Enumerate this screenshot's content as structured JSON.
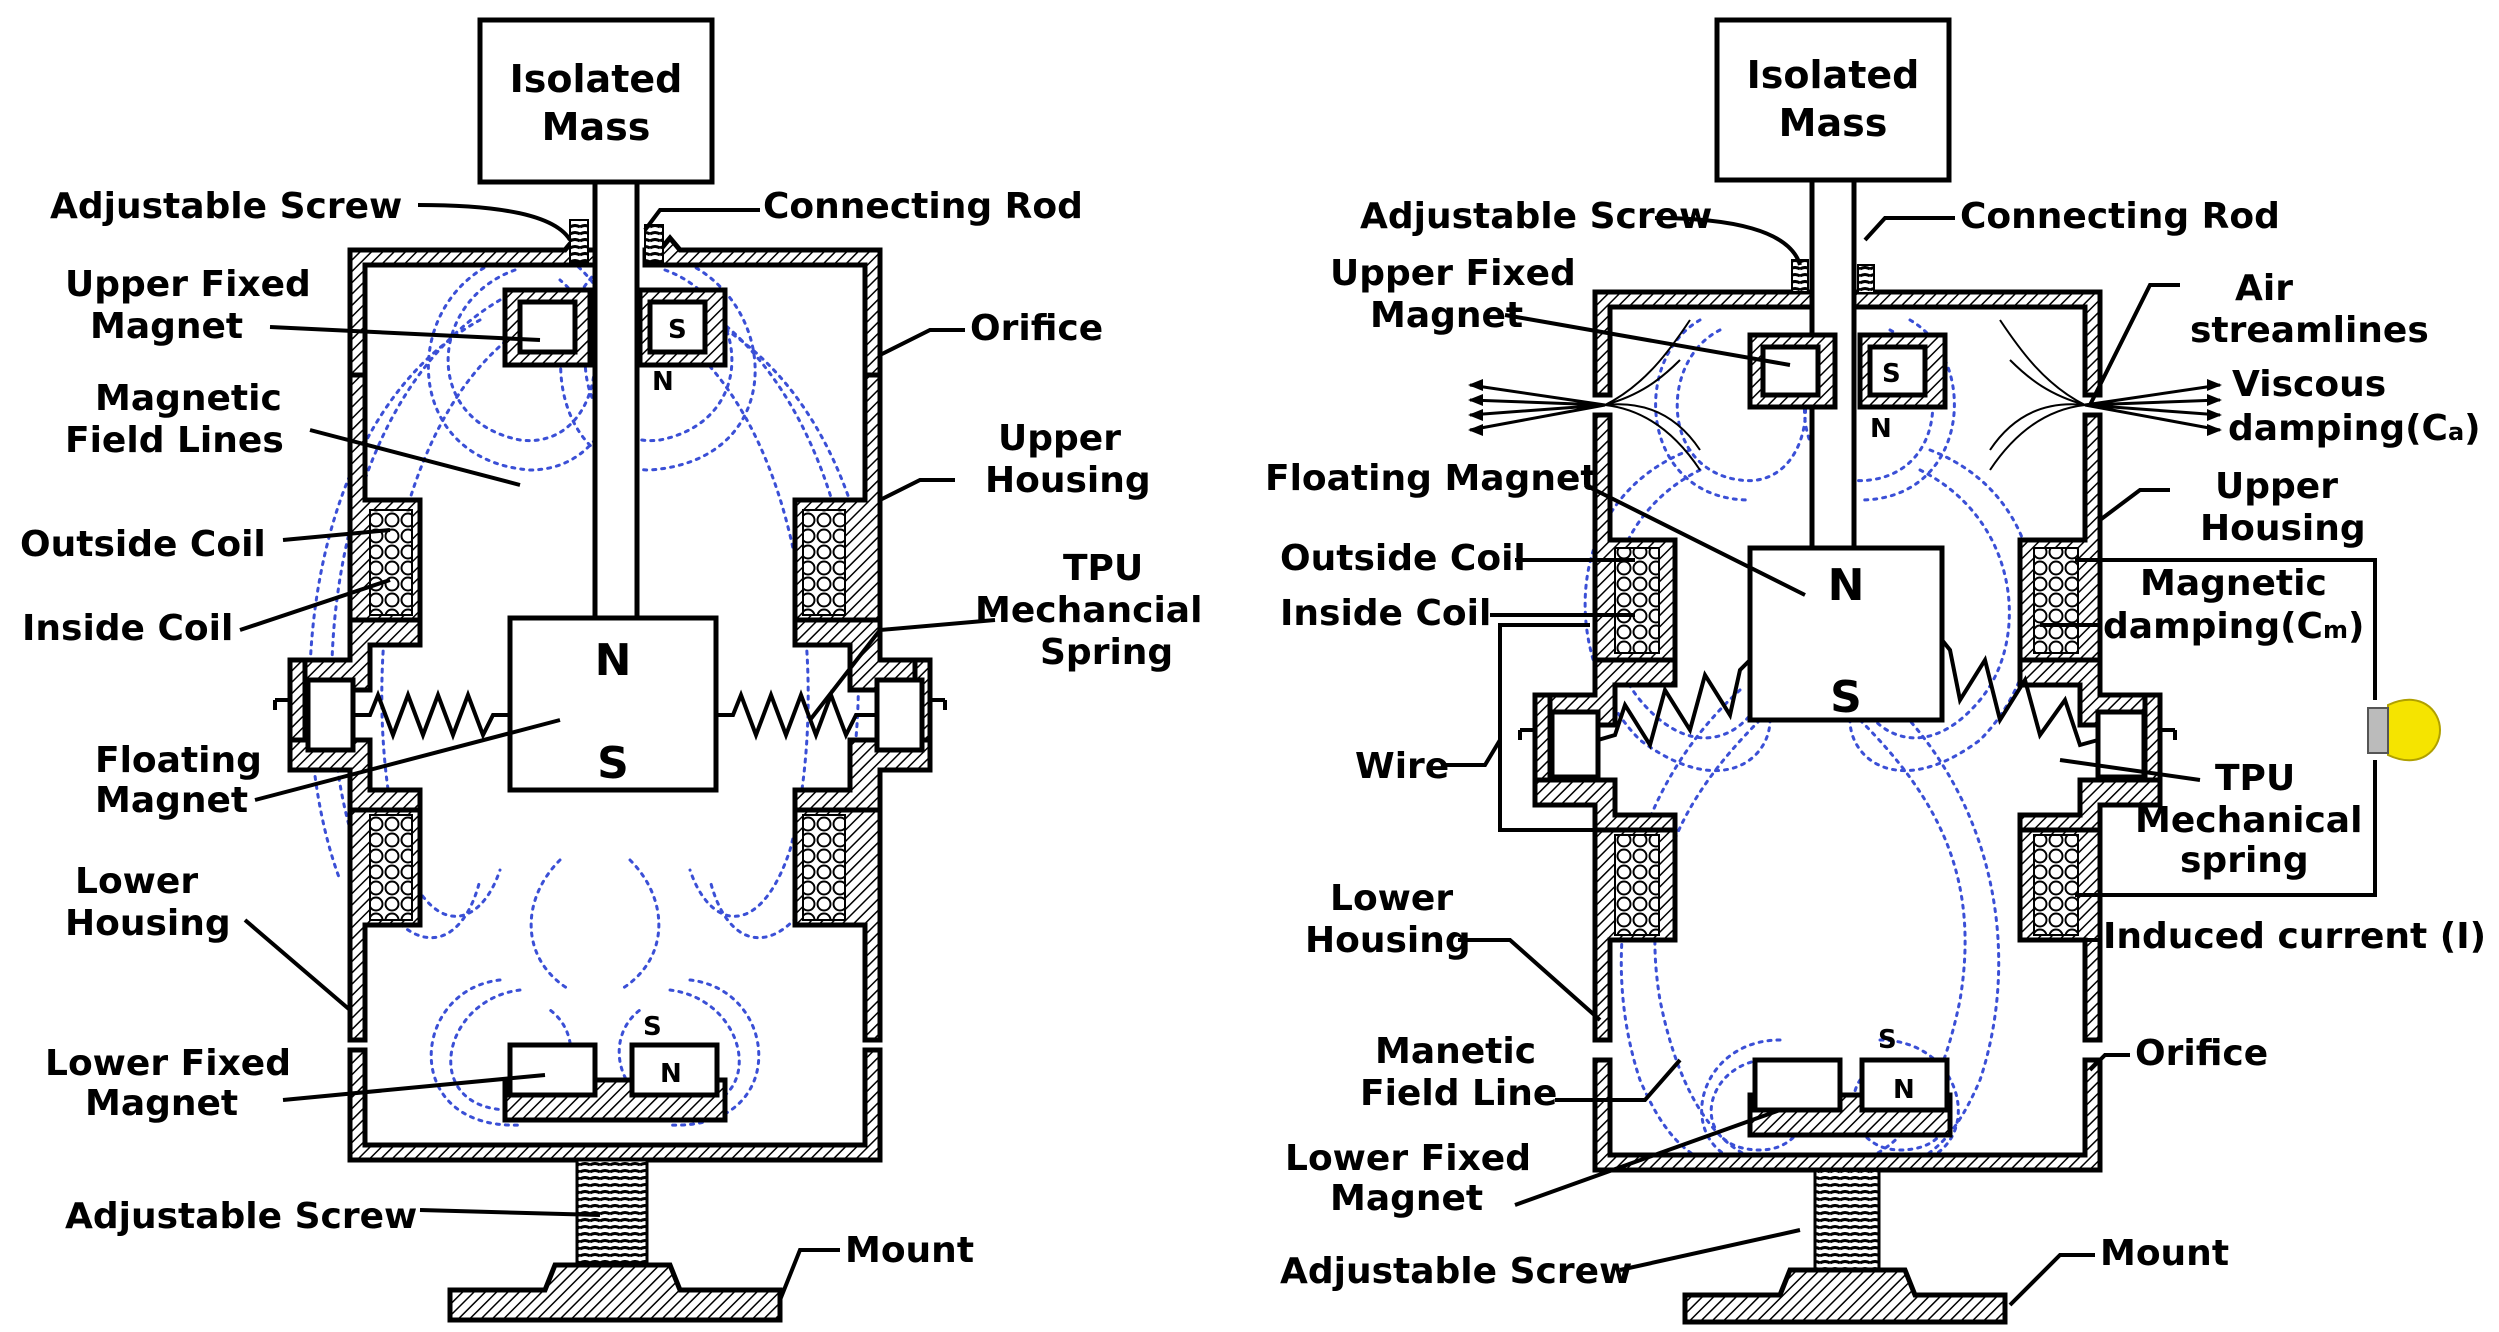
{
  "left": {
    "mass": [
      "Isolated",
      "Mass"
    ],
    "adjustable_screw_top": "Adjustable Screw",
    "connecting_rod": "Connecting Rod",
    "upper_fixed_magnet": [
      "Upper Fixed",
      "Magnet"
    ],
    "orifice": "Orifice",
    "magnetic_field_lines": [
      "Magnetic",
      "Field Lines"
    ],
    "upper_housing": [
      "Upper",
      "Housing"
    ],
    "outside_coil": "Outside Coil",
    "inside_coil": "Inside Coil",
    "tpu_spring": [
      "TPU",
      "Mechancial",
      "Spring"
    ],
    "floating_magnet": [
      "Floating",
      "Magnet"
    ],
    "lower_housing": [
      "Lower",
      "Housing"
    ],
    "lower_fixed_magnet": [
      "Lower Fixed",
      "Magnet"
    ],
    "adjustable_screw_bottom": "Adjustable Screw",
    "mount": "Mount",
    "pole_n": "N",
    "pole_s": "S",
    "upper_s": "S",
    "upper_n": "N",
    "lower_s": "S",
    "lower_n": "N"
  },
  "right": {
    "mass": [
      "Isolated",
      "Mass"
    ],
    "adjustable_screw_top": "Adjustable Screw",
    "connecting_rod": "Connecting Rod",
    "upper_fixed_magnet": [
      "Upper Fixed",
      "Magnet"
    ],
    "air_streamlines": [
      "Air",
      "streamlines"
    ],
    "viscous_damping": [
      "Viscous",
      "damping(C",
      "a",
      ")"
    ],
    "floating_magnet": "Floating Magnet",
    "upper_housing": [
      "Upper",
      "Housing"
    ],
    "outside_coil": "Outside Coil",
    "inside_coil": "Inside Coil",
    "magnetic_damping": [
      "Magnetic",
      "damping(C",
      "m",
      ")"
    ],
    "wire": "Wire",
    "tpu_spring": [
      "TPU",
      "Mechanical",
      "spring"
    ],
    "lower_housing": [
      "Lower",
      "Housing"
    ],
    "induced_current": "Induced current (I)",
    "manetic_field_line": [
      "Manetic",
      "Field Line"
    ],
    "orifice": "Orifice",
    "lower_fixed_magnet": [
      "Lower Fixed",
      "Magnet"
    ],
    "adjustable_screw_bottom": "Adjustable Screw",
    "mount": "Mount",
    "pole_n": "N",
    "pole_s": "S",
    "upper_s": "S",
    "upper_n": "N",
    "lower_s": "S",
    "lower_n": "N"
  },
  "colors": {
    "field_lines": "#3a4fd6",
    "bulb": "#f5e400"
  }
}
